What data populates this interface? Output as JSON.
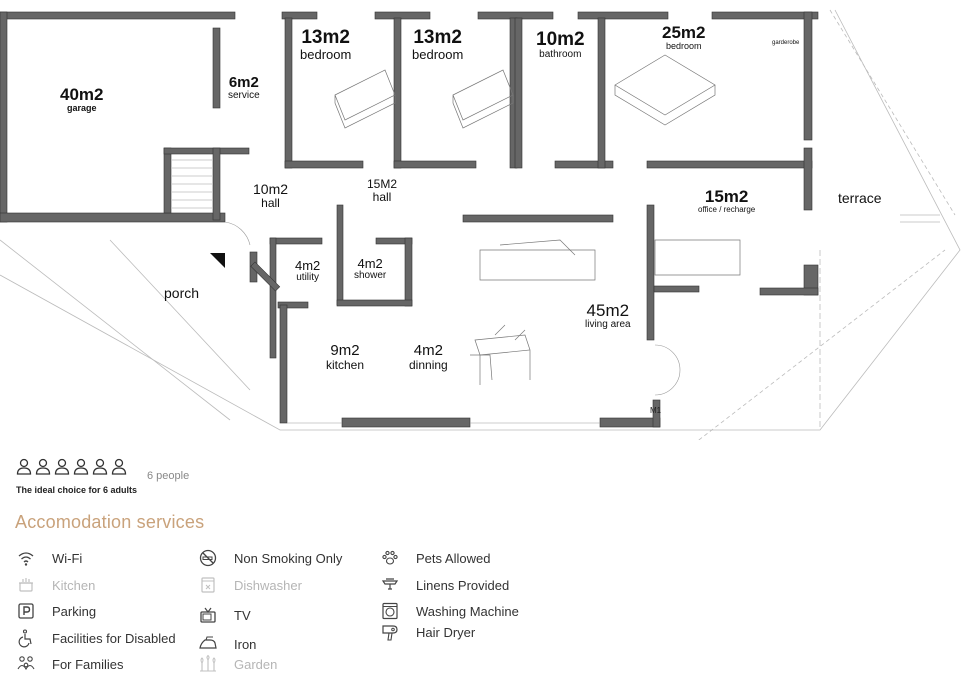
{
  "rooms": {
    "garage": {
      "area": "40m2",
      "name": "garage"
    },
    "service": {
      "area": "6m2",
      "name": "service"
    },
    "bedroom1": {
      "area": "13m2",
      "name": "bedroom"
    },
    "bedroom2": {
      "area": "13m2",
      "name": "bedroom"
    },
    "bathroom": {
      "area": "10m2",
      "name": "bathroom"
    },
    "bedroom3": {
      "area": "25m2",
      "name": "bedroom"
    },
    "hall1": {
      "area": "10m2",
      "name": "hall"
    },
    "hall2": {
      "area": "15M2",
      "name": "hall"
    },
    "office": {
      "area": "15m2",
      "name": "office / recharge"
    },
    "terrace": {
      "name": "terrace"
    },
    "porch": {
      "name": "porch"
    },
    "utility": {
      "area": "4m2",
      "name": "utility"
    },
    "shower": {
      "area": "4m2",
      "name": "shower"
    },
    "living": {
      "area": "45m2",
      "name": "living area"
    },
    "kitchen": {
      "area": "9m2",
      "name": "kitchen"
    },
    "dinning": {
      "area": "4m2",
      "name": "dinning"
    },
    "wardrobe": "garderobe",
    "door_mark": "M1"
  },
  "capacity": {
    "people_count": "6 people",
    "ideal_text": "The ideal choice for 6 adults",
    "icon_count": 6
  },
  "services": {
    "title": "Accomodation services",
    "items": [
      {
        "label": "Wi-Fi",
        "icon": "wifi-icon",
        "available": true
      },
      {
        "label": "Kitchen",
        "icon": "kitchen-icon",
        "available": false
      },
      {
        "label": "Parking",
        "icon": "parking-icon",
        "available": true
      },
      {
        "label": "Facilities for Disabled",
        "icon": "wheelchair-icon",
        "available": true
      },
      {
        "label": "For Families",
        "icon": "family-icon",
        "available": true
      },
      {
        "label": "Non Smoking Only",
        "icon": "no-smoking-icon",
        "available": true
      },
      {
        "label": "Dishwasher",
        "icon": "dishwasher-icon",
        "available": false
      },
      {
        "label": "TV",
        "icon": "tv-icon",
        "available": true
      },
      {
        "label": "Iron",
        "icon": "iron-icon",
        "available": true
      },
      {
        "label": "Garden",
        "icon": "garden-icon",
        "available": false
      },
      {
        "label": "Pets Allowed",
        "icon": "paw-icon",
        "available": true
      },
      {
        "label": "Linens Provided",
        "icon": "linens-icon",
        "available": true
      },
      {
        "label": "Washing Machine",
        "icon": "washing-machine-icon",
        "available": true
      },
      {
        "label": "Hair Dryer",
        "icon": "hair-dryer-icon",
        "available": true
      }
    ]
  },
  "colors": {
    "accent": "#c9a27b",
    "wall": "#555555",
    "text": "#333333",
    "muted": "#b5b5b5"
  }
}
